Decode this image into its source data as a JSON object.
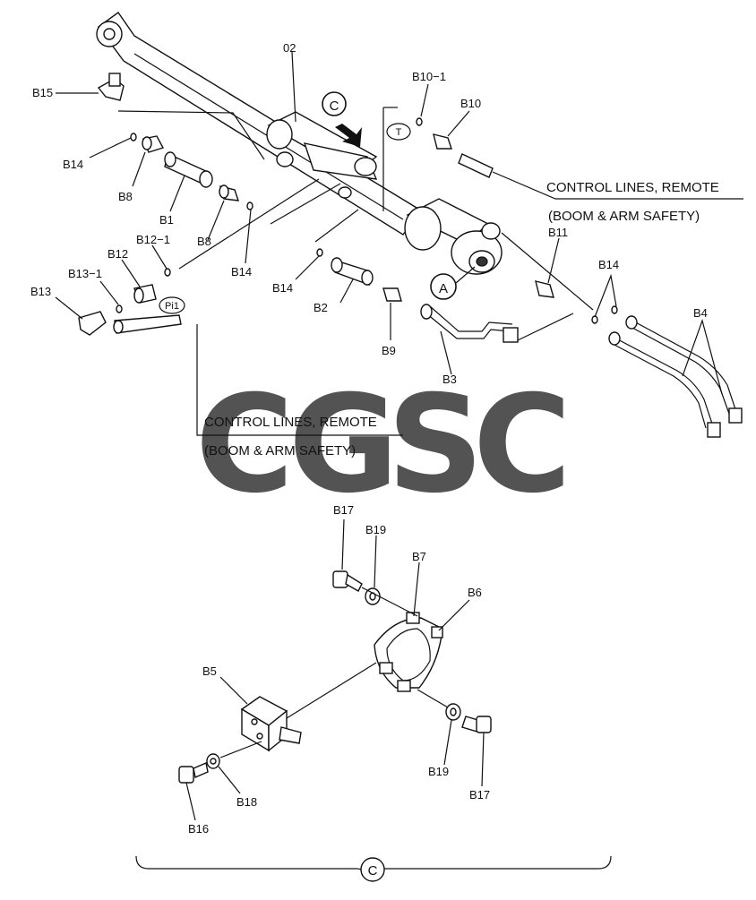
{
  "callouts": {
    "p02": "02",
    "b15": "B15",
    "b14_a": "B14",
    "b8_a": "B8",
    "b1": "B1",
    "b8_b": "B8",
    "b14_b": "B14",
    "b12_1": "B12−1",
    "b12": "B12",
    "b13_1": "B13−1",
    "b13": "B13",
    "b14_c": "B14",
    "b2": "B2",
    "b9": "B9",
    "b3": "B3",
    "b10_1": "B10−1",
    "b10": "B10",
    "b11": "B11",
    "b14_d": "B14",
    "b4": "B4",
    "b17_a": "B17",
    "b19_a": "B19",
    "b7": "B7",
    "b6": "B6",
    "b5": "B5",
    "b19_b": "B19",
    "b17_b": "B17",
    "b16": "B16",
    "b18": "B18"
  },
  "circle_marks": {
    "view_c": "C",
    "detail_a": "A",
    "port_t": "T",
    "port_pi1": "Pi1",
    "group_c": "C"
  },
  "notes": {
    "right_line1": "CONTROL LINES, REMOTE",
    "right_line2": "(BOOM & ARM SAFETY)",
    "left_line1": "CONTROL LINES, REMOTE",
    "left_line2": "(BOOM & ARM SAFETY)"
  },
  "watermark": {
    "letters": [
      "C",
      "G",
      "S",
      "C"
    ],
    "colors": [
      "#5b9df5",
      "#f07a6e",
      "#f7d66e",
      "#5fbf8f"
    ]
  }
}
